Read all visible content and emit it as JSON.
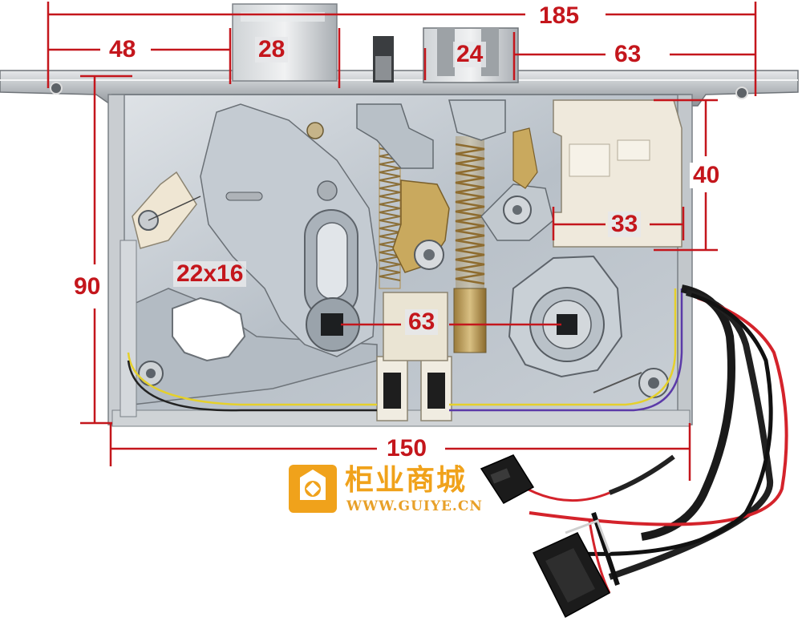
{
  "image": {
    "subject": "mortise lock body with cable harness",
    "annotation_color": "#c4161c",
    "dimensions": {
      "overall_width": "185",
      "left_offset": "48",
      "latch_width": "28",
      "deadbolt_width": "24",
      "right_offset": "63",
      "height": "90",
      "cylinder_box_height": "40",
      "cylinder_box_width": "33",
      "handle_hole": "22x16",
      "spindle_spacing": "63",
      "case_width": "150"
    }
  },
  "watermark": {
    "name": "柜业商城",
    "url": "WWW.GUIYE.CN",
    "color": "#f0a21b",
    "icon": "square-seal-logo-icon"
  }
}
